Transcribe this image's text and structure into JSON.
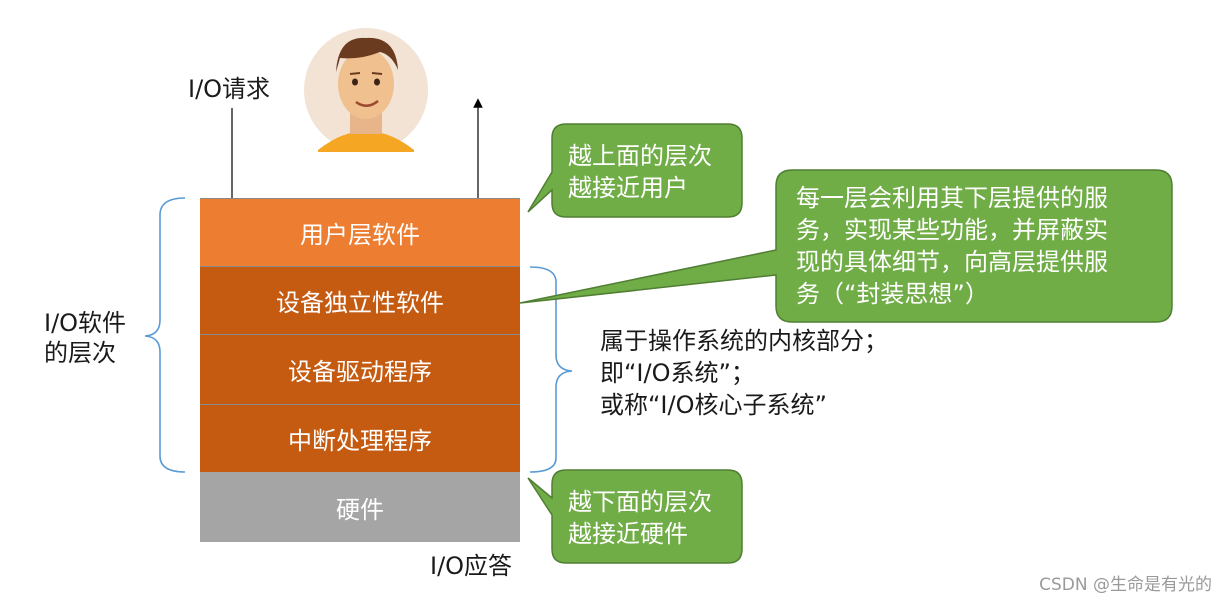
{
  "io_request_label": "I/O请求",
  "io_response_label": "I/O应答",
  "left_label": [
    "I/O软件",
    "的层次"
  ],
  "layers": [
    {
      "label": "用户层软件",
      "color": "#ed7d31"
    },
    {
      "label": "设备独立性软件",
      "color": "#c55a11"
    },
    {
      "label": "设备驱动程序",
      "color": "#c55a11"
    },
    {
      "label": "中断处理程序",
      "color": "#c55a11"
    },
    {
      "label": "硬件",
      "color": "#a5a5a5"
    }
  ],
  "callout_top": [
    "越上面的层次",
    "越接近用户"
  ],
  "callout_right": [
    "每一层会利用其下层提供的服",
    "务，实现某些功能，并屏蔽实",
    "现的具体细节，向高层提供服",
    "务（“封装思想”）"
  ],
  "callout_bottom": [
    "越下面的层次",
    "越接近硬件"
  ],
  "kernel_note": [
    "属于操作系统的内核部分；",
    "即“I/O系统”；",
    "或称“I/O核心子系统”"
  ],
  "watermark": "CSDN @生命是有光的",
  "callout_color": "#70ad47"
}
